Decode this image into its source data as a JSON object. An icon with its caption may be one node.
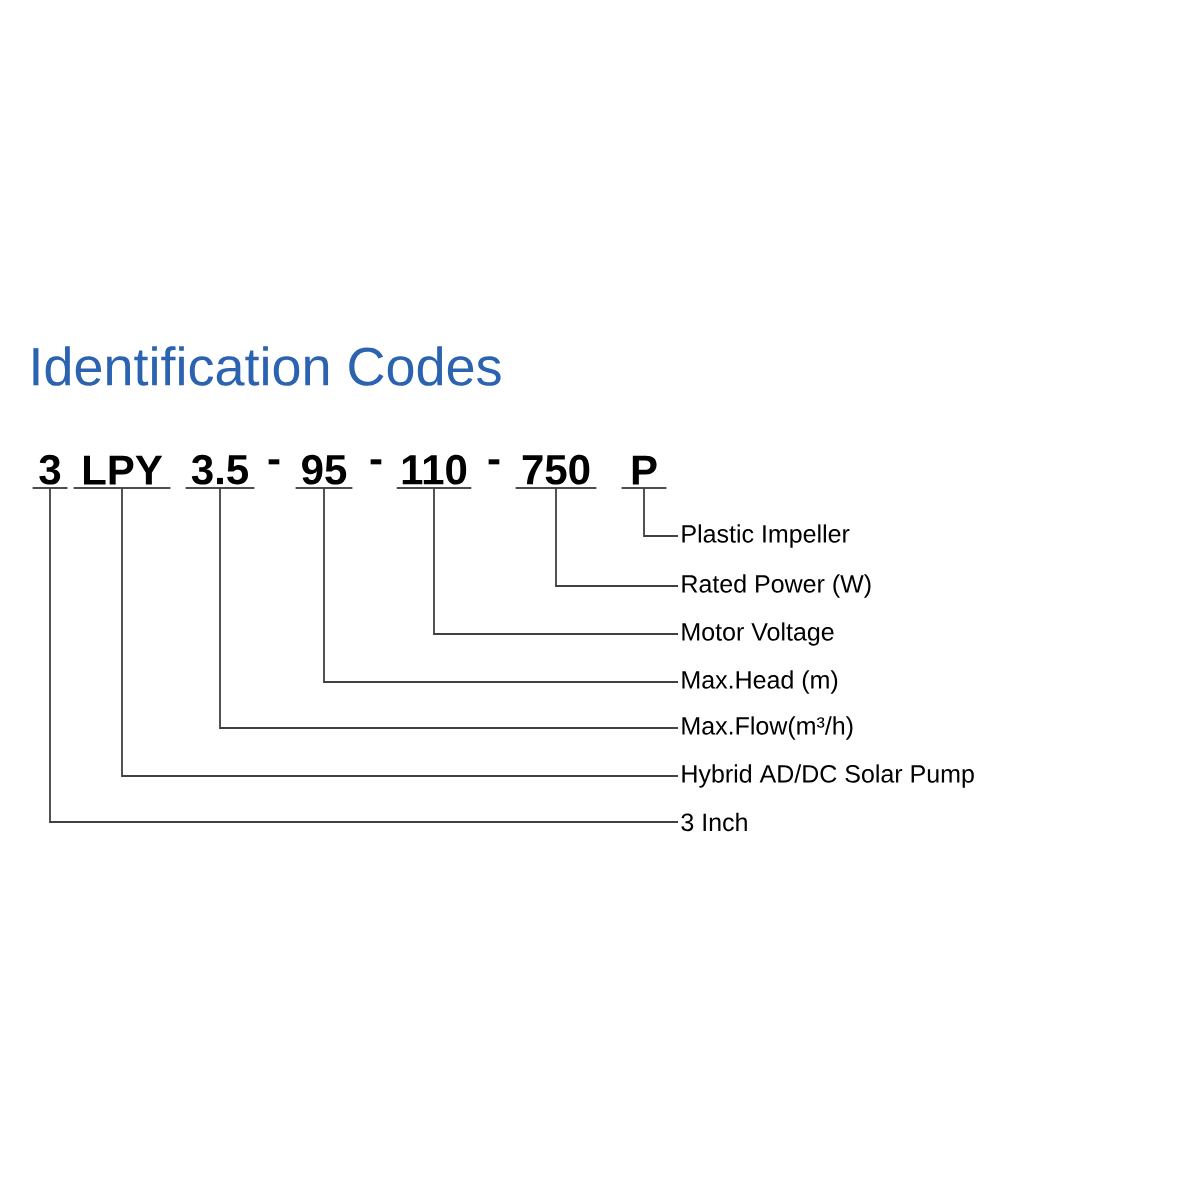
{
  "diagram": {
    "title": "Identification Codes",
    "nodes": [
      {
        "text": [
          "3"
        ]
      },
      {
        "text": [
          "LPY"
        ]
      },
      {
        "text": [
          "3.5"
        ]
      },
      {
        "text": [
          "95"
        ]
      },
      {
        "text": [
          "110"
        ]
      },
      {
        "text": [
          "750"
        ]
      },
      {
        "text": [
          "P"
        ]
      },
      {
        "text": [
          "Plastic Impeller"
        ]
      },
      {
        "text": [
          "Rated Power (W)"
        ]
      },
      {
        "text": [
          "Motor Voltage"
        ]
      },
      {
        "text": [
          "Max.Head (m)"
        ]
      },
      {
        "text": [
          "Max.Flow(m³/h)"
        ]
      },
      {
        "text": [
          "Hybrid AD/DC Solar Pump"
        ]
      },
      {
        "text": [
          "3 Inch"
        ]
      }
    ],
    "edges": [
      {
        "from": 6,
        "to": 7,
        "arrow": "none"
      },
      {
        "from": 5,
        "to": 8,
        "arrow": "none"
      },
      {
        "from": 4,
        "to": 9,
        "arrow": "none"
      },
      {
        "from": 3,
        "to": 10,
        "arrow": "none"
      },
      {
        "from": 2,
        "to": 11,
        "arrow": "none"
      },
      {
        "from": 1,
        "to": 12,
        "arrow": "none"
      },
      {
        "from": 0,
        "to": 13,
        "arrow": "none"
      }
    ],
    "labels": [
      "-",
      "-",
      "-"
    ]
  }
}
